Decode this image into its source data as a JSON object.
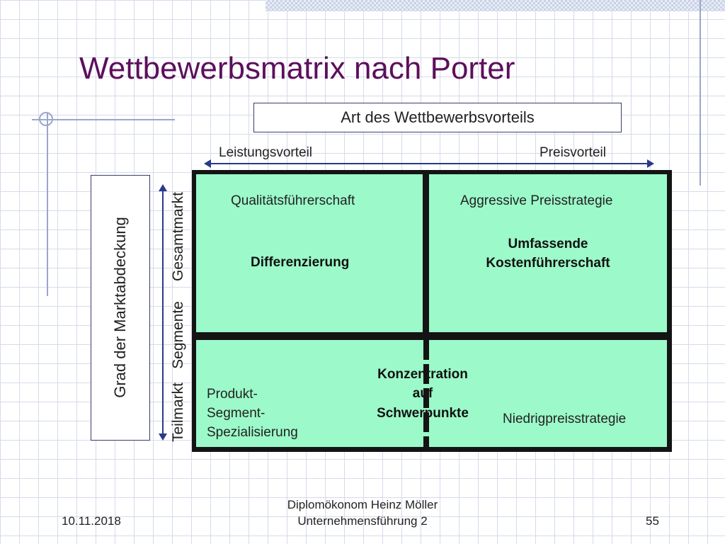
{
  "title": "Wettbewerbsmatrix nach Porter",
  "header": {
    "art_label": "Art des Wettbewerbsvorteils",
    "left_label": "Leistungsvorteil",
    "right_label": "Preisvorteil"
  },
  "side": {
    "grad_label": "Grad der Marktabdeckung",
    "gesamtmarkt": "Gesamtmarkt",
    "segmente": "Segmente",
    "teilmarkt": "Teilmarkt"
  },
  "cells": {
    "top_left": {
      "sub": "Qualitätsführerschaft",
      "main": "Differenzierung"
    },
    "top_right": {
      "sub": "Aggressive Preisstrategie",
      "main_line1": "Umfassende",
      "main_line2": "Kostenführerschaft"
    },
    "bottom": {
      "main_line1": "Konzentration",
      "main_line2": "auf",
      "main_line3": "Schwerpunkte",
      "left_line1": "Produkt-",
      "left_line2": "Segment-",
      "left_line3": "Spezialisierung",
      "right": "Niedrigpreisstrategie"
    }
  },
  "footer": {
    "date": "10.11.2018",
    "author": "Diplomökonom Heinz Möller",
    "course": "Unternehmensführung 2",
    "page": "55"
  }
}
